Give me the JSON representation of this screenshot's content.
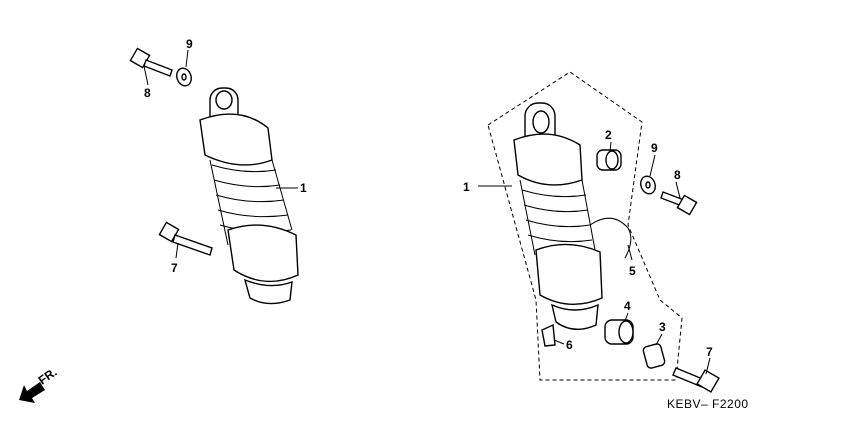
{
  "diagram": {
    "code": "KEBV– F2200",
    "front_marker": "FR.",
    "left_callouts": [
      "9",
      "8",
      "1",
      "7"
    ],
    "right_callouts": [
      "1",
      "2",
      "9",
      "8",
      "5",
      "4",
      "3",
      "6",
      "7"
    ]
  }
}
